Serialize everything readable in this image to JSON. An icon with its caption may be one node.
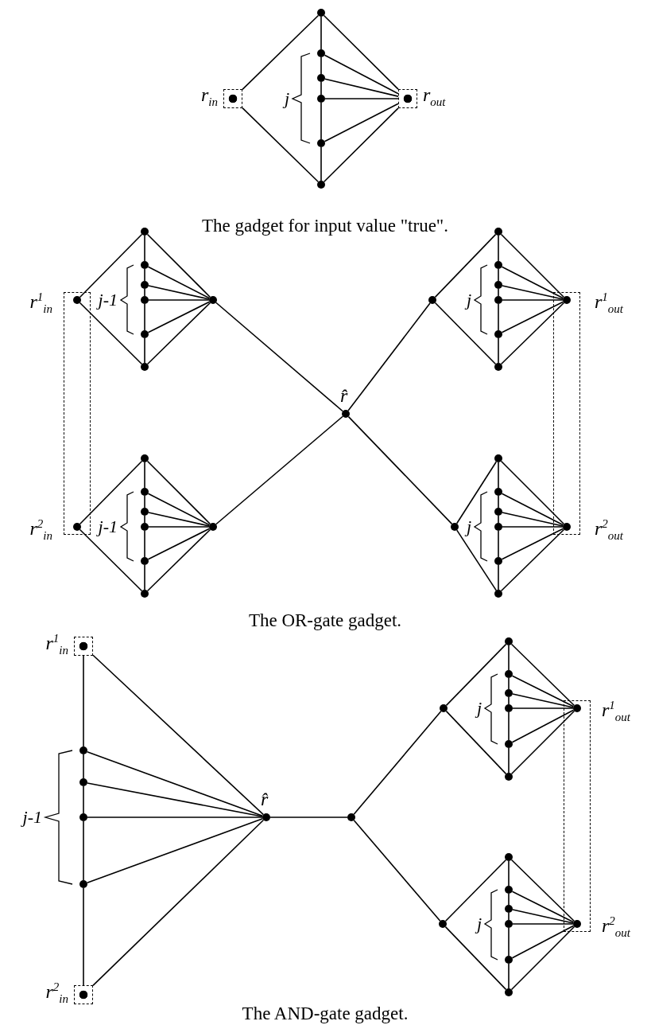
{
  "diagram": {
    "nodes": [
      {
        "text": [],
        "shape": "circle"
      },
      {
        "text": [],
        "shape": "circle",
        "beside": [
          "r$_{in}$"
        ]
      },
      {
        "text": [],
        "shape": "circle"
      },
      {
        "text": [],
        "shape": "circle"
      },
      {
        "text": [],
        "shape": "circle"
      },
      {
        "text": [],
        "shape": "circle"
      },
      {
        "text": [],
        "shape": "circle",
        "beside": [
          "r$_{out}$"
        ]
      },
      {
        "text": [],
        "shape": "circle"
      },
      {
        "text": [],
        "shape": "circle"
      },
      {
        "text": [],
        "shape": "circle",
        "beside": [
          "r$^{1}$$_{in}$"
        ]
      },
      {
        "text": [],
        "shape": "circle"
      },
      {
        "text": [],
        "shape": "circle"
      },
      {
        "text": [],
        "shape": "circle"
      },
      {
        "text": [],
        "shape": "circle"
      },
      {
        "text": [],
        "shape": "circle"
      },
      {
        "text": [],
        "shape": "circle"
      },
      {
        "text": [],
        "shape": "circle"
      },
      {
        "text": [],
        "shape": "circle"
      },
      {
        "text": [],
        "shape": "circle"
      },
      {
        "text": [],
        "shape": "circle"
      },
      {
        "text": [],
        "shape": "circle"
      },
      {
        "text": [],
        "shape": "circle"
      },
      {
        "text": [],
        "shape": "circle",
        "beside": [
          "r$^{1}$$_{out}$"
        ]
      },
      {
        "text": [],
        "shape": "circle"
      },
      {
        "text": [],
        "shape": "circle",
        "beside": [
          "r̂"
        ]
      },
      {
        "text": [],
        "shape": "circle"
      },
      {
        "text": [],
        "shape": "circle",
        "beside": [
          "r$^{2}$$_{in}$"
        ]
      },
      {
        "text": [],
        "shape": "circle"
      },
      {
        "text": [],
        "shape": "circle"
      },
      {
        "text": [],
        "shape": "circle"
      },
      {
        "text": [],
        "shape": "circle"
      },
      {
        "text": [],
        "shape": "circle"
      },
      {
        "text": [],
        "shape": "circle"
      },
      {
        "text": [],
        "shape": "circle"
      },
      {
        "text": [],
        "shape": "circle"
      },
      {
        "text": [],
        "shape": "circle"
      },
      {
        "text": [],
        "shape": "circle"
      },
      {
        "text": [],
        "shape": "circle"
      },
      {
        "text": [],
        "shape": "circle"
      },
      {
        "text": [],
        "shape": "circle",
        "beside": [
          "r$^{2}$$_{out}$"
        ]
      },
      {
        "text": [],
        "shape": "circle"
      },
      {
        "text": [],
        "shape": "circle",
        "beside": [
          "r$^{1}$$_{in}$"
        ]
      },
      {
        "text": [],
        "shape": "circle"
      },
      {
        "text": [],
        "shape": "circle"
      },
      {
        "text": [],
        "shape": "circle"
      },
      {
        "text": [],
        "shape": "circle"
      },
      {
        "text": [],
        "shape": "circle",
        "beside": [
          "r$^{2}$$_{in}$"
        ]
      },
      {
        "text": [],
        "shape": "circle",
        "beside": [
          "r̂"
        ]
      },
      {
        "text": [],
        "shape": "circle"
      },
      {
        "text": [],
        "shape": "circle"
      },
      {
        "text": [],
        "shape": "circle"
      },
      {
        "text": [],
        "shape": "circle"
      },
      {
        "text": [],
        "shape": "circle"
      },
      {
        "text": [],
        "shape": "circle"
      },
      {
        "text": [],
        "shape": "circle"
      },
      {
        "text": [],
        "shape": "circle",
        "beside": [
          "r$^{1}$$_{out}$"
        ]
      },
      {
        "text": [],
        "shape": "circle"
      },
      {
        "text": [],
        "shape": "circle"
      },
      {
        "text": [],
        "shape": "circle"
      },
      {
        "text": [],
        "shape": "circle"
      },
      {
        "text": [],
        "shape": "circle"
      },
      {
        "text": [],
        "shape": "circle"
      },
      {
        "text": [],
        "shape": "circle"
      },
      {
        "text": [],
        "shape": "circle",
        "beside": [
          "r$^{2}$$_{out}$"
        ]
      },
      {
        "text": [],
        "shape": "circle"
      }
    ],
    "edges": [
      {
        "from": 0,
        "to": 1,
        "arrow": "none"
      },
      {
        "from": 1,
        "to": 7,
        "arrow": "none"
      },
      {
        "from": 0,
        "to": 6,
        "arrow": "none"
      },
      {
        "from": 6,
        "to": 7,
        "arrow": "none"
      },
      {
        "from": 0,
        "to": 2,
        "arrow": "none"
      },
      {
        "from": 2,
        "to": 3,
        "arrow": "none"
      },
      {
        "from": 3,
        "to": 4,
        "arrow": "none"
      },
      {
        "from": 4,
        "to": 5,
        "arrow": "none"
      },
      {
        "from": 5,
        "to": 7,
        "arrow": "none"
      },
      {
        "from": 2,
        "to": 6,
        "arrow": "none"
      },
      {
        "from": 3,
        "to": 6,
        "arrow": "none"
      },
      {
        "from": 4,
        "to": 6,
        "arrow": "none"
      },
      {
        "from": 5,
        "to": 6,
        "arrow": "none"
      },
      {
        "from": 8,
        "to": 9,
        "arrow": "none"
      },
      {
        "from": 9,
        "to": 15,
        "arrow": "none"
      },
      {
        "from": 8,
        "to": 14,
        "arrow": "none"
      },
      {
        "from": 14,
        "to": 15,
        "arrow": "none"
      },
      {
        "from": 8,
        "to": 10,
        "arrow": "none"
      },
      {
        "from": 10,
        "to": 11,
        "arrow": "none"
      },
      {
        "from": 11,
        "to": 12,
        "arrow": "none"
      },
      {
        "from": 12,
        "to": 13,
        "arrow": "none"
      },
      {
        "from": 13,
        "to": 15,
        "arrow": "none"
      },
      {
        "from": 10,
        "to": 14,
        "arrow": "none"
      },
      {
        "from": 11,
        "to": 14,
        "arrow": "none"
      },
      {
        "from": 12,
        "to": 14,
        "arrow": "none"
      },
      {
        "from": 13,
        "to": 14,
        "arrow": "none"
      },
      {
        "from": 16,
        "to": 17,
        "arrow": "none"
      },
      {
        "from": 17,
        "to": 23,
        "arrow": "none"
      },
      {
        "from": 16,
        "to": 22,
        "arrow": "none"
      },
      {
        "from": 22,
        "to": 23,
        "arrow": "none"
      },
      {
        "from": 16,
        "to": 18,
        "arrow": "none"
      },
      {
        "from": 18,
        "to": 19,
        "arrow": "none"
      },
      {
        "from": 19,
        "to": 20,
        "arrow": "none"
      },
      {
        "from": 20,
        "to": 21,
        "arrow": "none"
      },
      {
        "from": 21,
        "to": 23,
        "arrow": "none"
      },
      {
        "from": 18,
        "to": 22,
        "arrow": "none"
      },
      {
        "from": 19,
        "to": 22,
        "arrow": "none"
      },
      {
        "from": 20,
        "to": 22,
        "arrow": "none"
      },
      {
        "from": 21,
        "to": 22,
        "arrow": "none"
      },
      {
        "from": 14,
        "to": 24,
        "arrow": "none"
      },
      {
        "from": 24,
        "to": 34,
        "arrow": "none"
      },
      {
        "from": 31,
        "to": 24,
        "arrow": "none"
      },
      {
        "from": 24,
        "to": 17,
        "arrow": "none"
      },
      {
        "from": 25,
        "to": 26,
        "arrow": "none"
      },
      {
        "from": 26,
        "to": 32,
        "arrow": "none"
      },
      {
        "from": 25,
        "to": 31,
        "arrow": "none"
      },
      {
        "from": 31,
        "to": 32,
        "arrow": "none"
      },
      {
        "from": 25,
        "to": 27,
        "arrow": "none"
      },
      {
        "from": 27,
        "to": 28,
        "arrow": "none"
      },
      {
        "from": 28,
        "to": 29,
        "arrow": "none"
      },
      {
        "from": 29,
        "to": 30,
        "arrow": "none"
      },
      {
        "from": 30,
        "to": 32,
        "arrow": "none"
      },
      {
        "from": 27,
        "to": 31,
        "arrow": "none"
      },
      {
        "from": 28,
        "to": 31,
        "arrow": "none"
      },
      {
        "from": 29,
        "to": 31,
        "arrow": "none"
      },
      {
        "from": 30,
        "to": 31,
        "arrow": "none"
      },
      {
        "from": 33,
        "to": 34,
        "arrow": "none"
      },
      {
        "from": 34,
        "to": 40,
        "arrow": "none"
      },
      {
        "from": 33,
        "to": 39,
        "arrow": "none"
      },
      {
        "from": 39,
        "to": 40,
        "arrow": "none"
      },
      {
        "from": 33,
        "to": 35,
        "arrow": "none"
      },
      {
        "from": 35,
        "to": 36,
        "arrow": "none"
      },
      {
        "from": 36,
        "to": 37,
        "arrow": "none"
      },
      {
        "from": 37,
        "to": 38,
        "arrow": "none"
      },
      {
        "from": 38,
        "to": 40,
        "arrow": "none"
      },
      {
        "from": 35,
        "to": 39,
        "arrow": "none"
      },
      {
        "from": 36,
        "to": 39,
        "arrow": "none"
      },
      {
        "from": 37,
        "to": 39,
        "arrow": "none"
      },
      {
        "from": 38,
        "to": 39,
        "arrow": "none"
      },
      {
        "from": 41,
        "to": 42,
        "arrow": "none"
      },
      {
        "from": 42,
        "to": 43,
        "arrow": "none"
      },
      {
        "from": 43,
        "to": 44,
        "arrow": "none"
      },
      {
        "from": 44,
        "to": 45,
        "arrow": "none"
      },
      {
        "from": 45,
        "to": 46,
        "arrow": "none"
      },
      {
        "from": 41,
        "to": 47,
        "arrow": "none"
      },
      {
        "from": 42,
        "to": 47,
        "arrow": "none"
      },
      {
        "from": 43,
        "to": 47,
        "arrow": "none"
      },
      {
        "from": 44,
        "to": 47,
        "arrow": "none"
      },
      {
        "from": 45,
        "to": 47,
        "arrow": "none"
      },
      {
        "from": 46,
        "to": 47,
        "arrow": "none"
      },
      {
        "from": 47,
        "to": 48,
        "arrow": "none"
      },
      {
        "from": 48,
        "to": 50,
        "arrow": "none"
      },
      {
        "from": 48,
        "to": 58,
        "arrow": "none"
      },
      {
        "from": 49,
        "to": 50,
        "arrow": "none"
      },
      {
        "from": 50,
        "to": 56,
        "arrow": "none"
      },
      {
        "from": 49,
        "to": 55,
        "arrow": "none"
      },
      {
        "from": 55,
        "to": 56,
        "arrow": "none"
      },
      {
        "from": 49,
        "to": 51,
        "arrow": "none"
      },
      {
        "from": 51,
        "to": 52,
        "arrow": "none"
      },
      {
        "from": 52,
        "to": 53,
        "arrow": "none"
      },
      {
        "from": 53,
        "to": 54,
        "arrow": "none"
      },
      {
        "from": 54,
        "to": 56,
        "arrow": "none"
      },
      {
        "from": 51,
        "to": 55,
        "arrow": "none"
      },
      {
        "from": 52,
        "to": 55,
        "arrow": "none"
      },
      {
        "from": 53,
        "to": 55,
        "arrow": "none"
      },
      {
        "from": 54,
        "to": 55,
        "arrow": "none"
      },
      {
        "from": 57,
        "to": 58,
        "arrow": "none"
      },
      {
        "from": 58,
        "to": 64,
        "arrow": "none"
      },
      {
        "from": 57,
        "to": 63,
        "arrow": "none"
      },
      {
        "from": 63,
        "to": 64,
        "arrow": "none"
      },
      {
        "from": 57,
        "to": 59,
        "arrow": "none"
      },
      {
        "from": 59,
        "to": 60,
        "arrow": "none"
      },
      {
        "from": 60,
        "to": 61,
        "arrow": "none"
      },
      {
        "from": 61,
        "to": 62,
        "arrow": "none"
      },
      {
        "from": 62,
        "to": 64,
        "arrow": "none"
      },
      {
        "from": 59,
        "to": 63,
        "arrow": "none"
      },
      {
        "from": 60,
        "to": 63,
        "arrow": "none"
      },
      {
        "from": 61,
        "to": 63,
        "arrow": "none"
      },
      {
        "from": 62,
        "to": 63,
        "arrow": "none"
      }
    ],
    "labels": [
      "j",
      "The gadget for input value \"true\".",
      "j-1",
      "j",
      "j-1",
      "j",
      "The OR-gate gadget.",
      "j",
      "j-1",
      "j",
      "The AND-gate gadget."
    ]
  }
}
